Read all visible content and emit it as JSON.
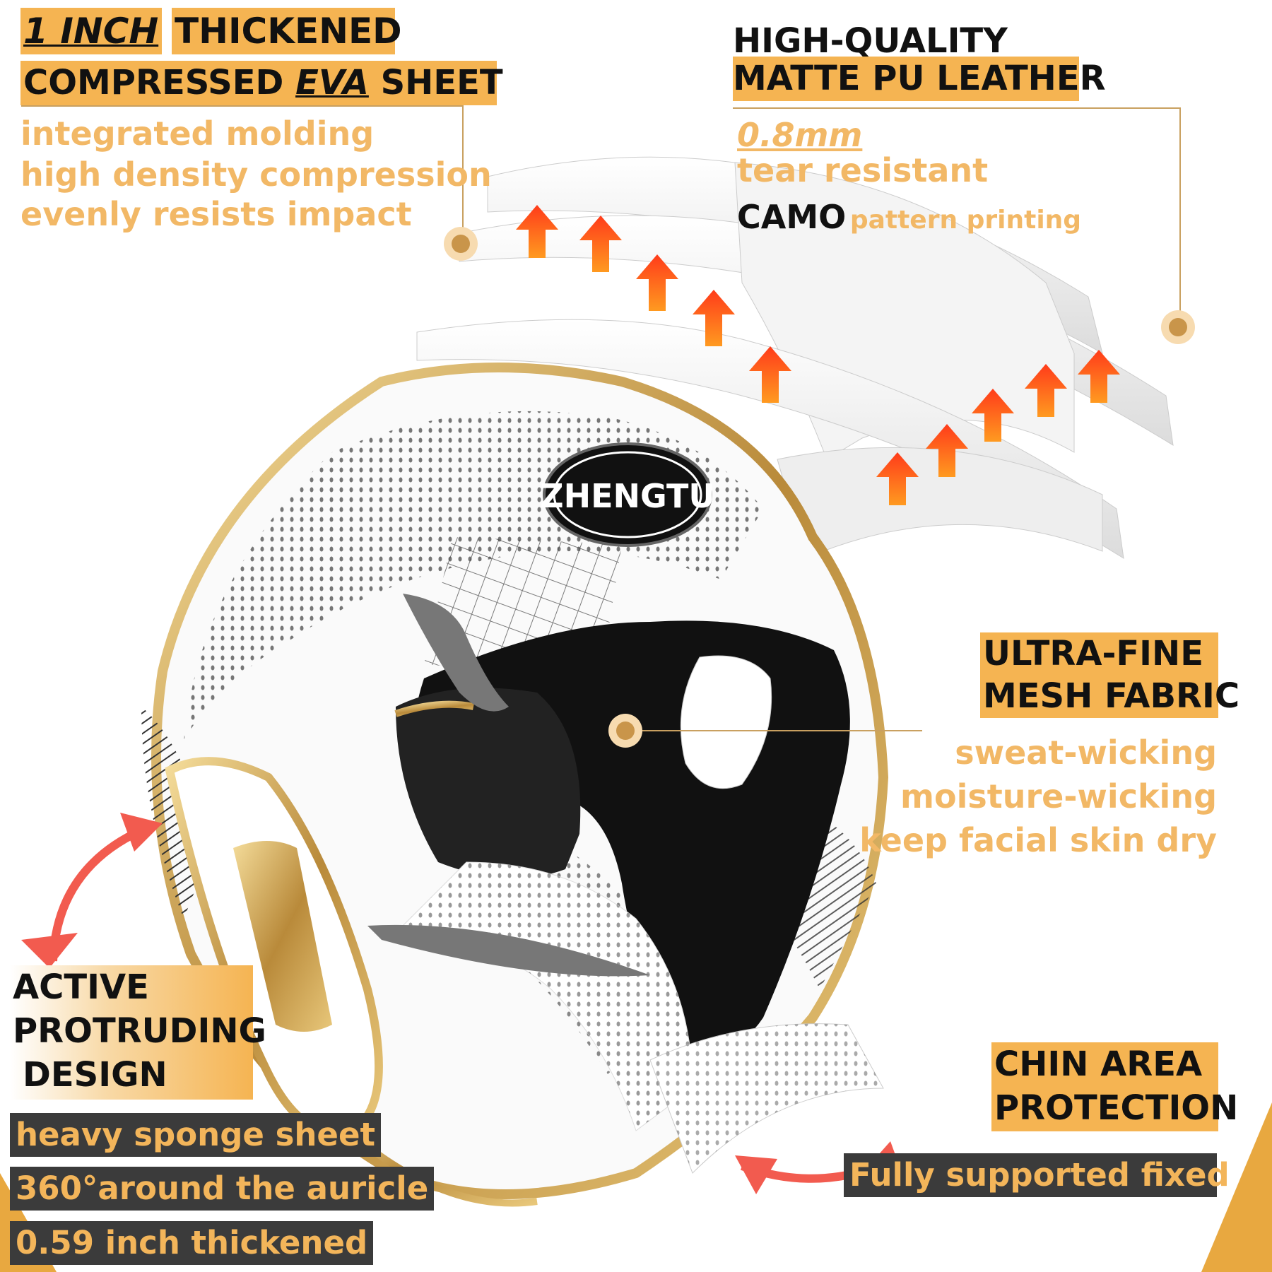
{
  "brand_logo": "ZHENGTU",
  "eva": {
    "inch": "1 INCH",
    "thickened": "THICKENED",
    "compressed": "COMPRESSED",
    "eva": "EVA",
    "sheet": "SHEET",
    "features": [
      "integrated molding",
      "high density compression",
      "evenly resists impact"
    ]
  },
  "leather": {
    "line1": "HIGH-QUALITY",
    "line2": "MATTE PU LEATHER",
    "thickness": "0.8mm",
    "feature": "tear resistant",
    "camo": "CAMO",
    "camo_rest": "pattern printing"
  },
  "mesh": {
    "line1": "ULTRA-FINE",
    "line2": "MESH FABRIC",
    "features": [
      "sweat-wicking",
      "moisture-wicking",
      "keep facial skin dry"
    ]
  },
  "protruding": {
    "line1": "ACTIVE",
    "line2": "PROTRUDING",
    "line3": "DESIGN",
    "features": [
      "heavy sponge sheet",
      "360°around the auricle",
      "0.59 inch thickened"
    ]
  },
  "chin": {
    "line1": "CHIN AREA",
    "line2": "PROTECTION",
    "feature": "Fully supported fixed"
  },
  "colors": {
    "accent": "#f5b452",
    "gold": "#c9a050",
    "arrow": "#ff5a1e",
    "dark_box": "#3b3b3b"
  }
}
